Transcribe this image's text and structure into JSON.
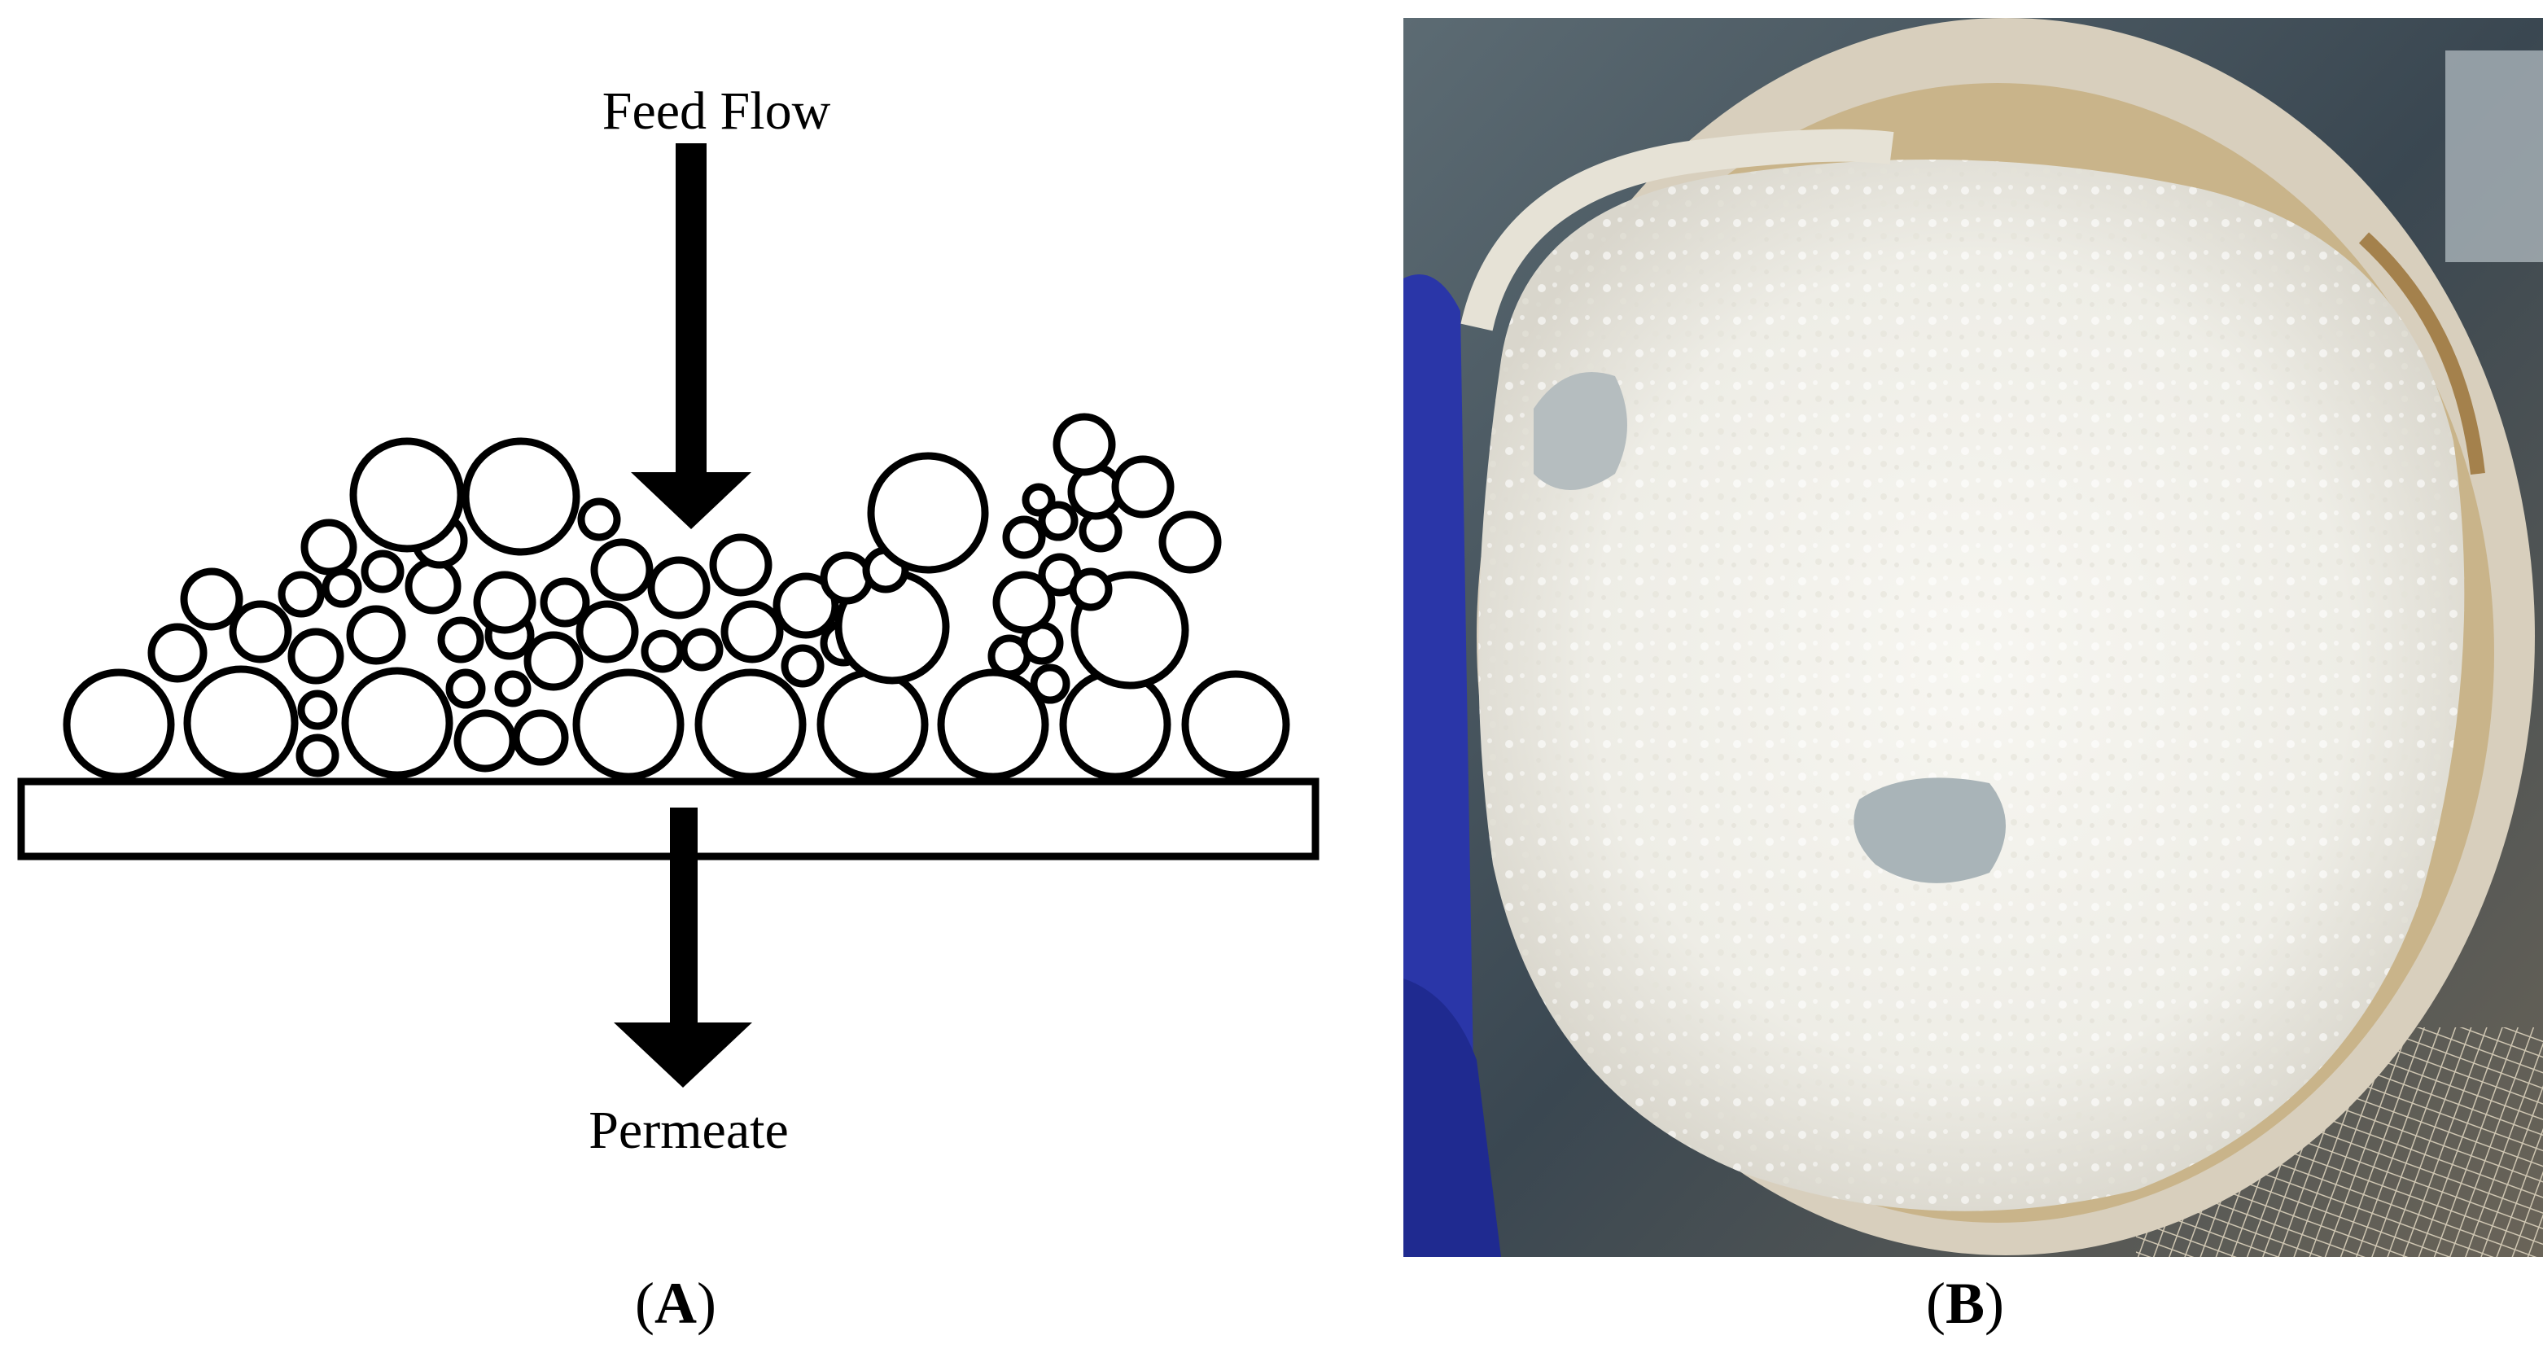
{
  "panel_a": {
    "feed_label": "Feed Flow",
    "permeate_label": "Permeate",
    "caption_open": "(",
    "caption_letter": "A",
    "caption_close": ")"
  },
  "panel_b": {
    "caption_open": "(",
    "caption_letter": "B",
    "caption_close": ")"
  },
  "colors": {
    "stroke": "#000000",
    "particle_fill": "#ffffff",
    "photo_bg": "#3d4a55",
    "cake_white": "#f3f1ea",
    "filter_ring": "#c9b48a",
    "glove_blue": "#2a36a8"
  }
}
